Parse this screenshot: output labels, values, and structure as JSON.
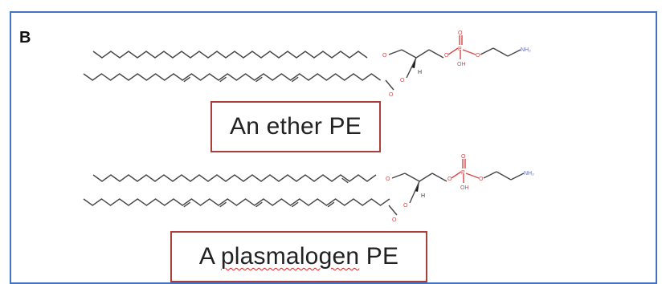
{
  "panel": {
    "letter": "B"
  },
  "molecules": [
    {
      "label": "An ether PE"
    },
    {
      "label_part1": "A ",
      "label_part2": "plasmalogen",
      "label_part3": " PE"
    }
  ],
  "atoms": {
    "oxygen": "O",
    "phosphorus": "P",
    "hydroxyl": "OH",
    "amine": "NH₂",
    "hydrogen": "H"
  },
  "colors": {
    "frame": "#4472c4",
    "label_border": "#a9403c",
    "bond": "#444444",
    "oxygen": "#d64a4a",
    "nitrogen": "#5b6fd8"
  }
}
